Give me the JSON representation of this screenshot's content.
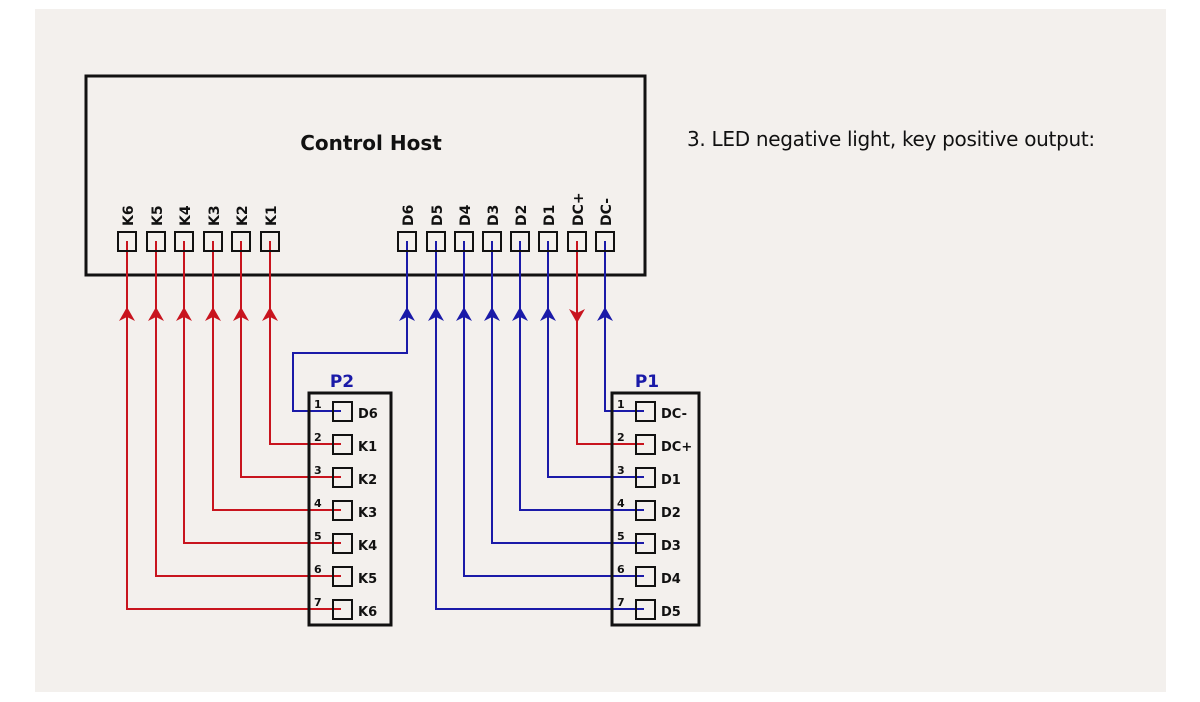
{
  "caption": "3. LED negative light, key positive output:",
  "host": {
    "title": "Control Host",
    "pins": [
      "K6",
      "K5",
      "K4",
      "K3",
      "K2",
      "K1",
      "D6",
      "D5",
      "D4",
      "D3",
      "D2",
      "D1",
      "DC+",
      "DC-"
    ]
  },
  "colors": {
    "key_wire": "#c8141e",
    "data_wire": "#1a1aa8",
    "outline": "#111111",
    "panel_bg": "#f3f0ed"
  },
  "connectors": [
    {
      "name": "P2",
      "pins": [
        {
          "num": "1",
          "label": "D6",
          "host_pin": "D6",
          "wire": "data",
          "direction": "up"
        },
        {
          "num": "2",
          "label": "K1",
          "host_pin": "K1",
          "wire": "key",
          "direction": "up"
        },
        {
          "num": "3",
          "label": "K2",
          "host_pin": "K2",
          "wire": "key",
          "direction": "up"
        },
        {
          "num": "4",
          "label": "K3",
          "host_pin": "K3",
          "wire": "key",
          "direction": "up"
        },
        {
          "num": "5",
          "label": "K4",
          "host_pin": "K4",
          "wire": "key",
          "direction": "up"
        },
        {
          "num": "6",
          "label": "K5",
          "host_pin": "K5",
          "wire": "key",
          "direction": "up"
        },
        {
          "num": "7",
          "label": "K6",
          "host_pin": "K6",
          "wire": "key",
          "direction": "up"
        }
      ]
    },
    {
      "name": "P1",
      "pins": [
        {
          "num": "1",
          "label": "DC-",
          "host_pin": "DC-",
          "wire": "data",
          "direction": "up"
        },
        {
          "num": "2",
          "label": "DC+",
          "host_pin": "DC+",
          "wire": "key",
          "direction": "down"
        },
        {
          "num": "3",
          "label": "D1",
          "host_pin": "D1",
          "wire": "data",
          "direction": "up"
        },
        {
          "num": "4",
          "label": "D2",
          "host_pin": "D2",
          "wire": "data",
          "direction": "up"
        },
        {
          "num": "5",
          "label": "D3",
          "host_pin": "D3",
          "wire": "data",
          "direction": "up"
        },
        {
          "num": "6",
          "label": "D4",
          "host_pin": "D4",
          "wire": "data",
          "direction": "up"
        },
        {
          "num": "7",
          "label": "D5",
          "host_pin": "D5",
          "wire": "data",
          "direction": "up"
        }
      ]
    }
  ]
}
